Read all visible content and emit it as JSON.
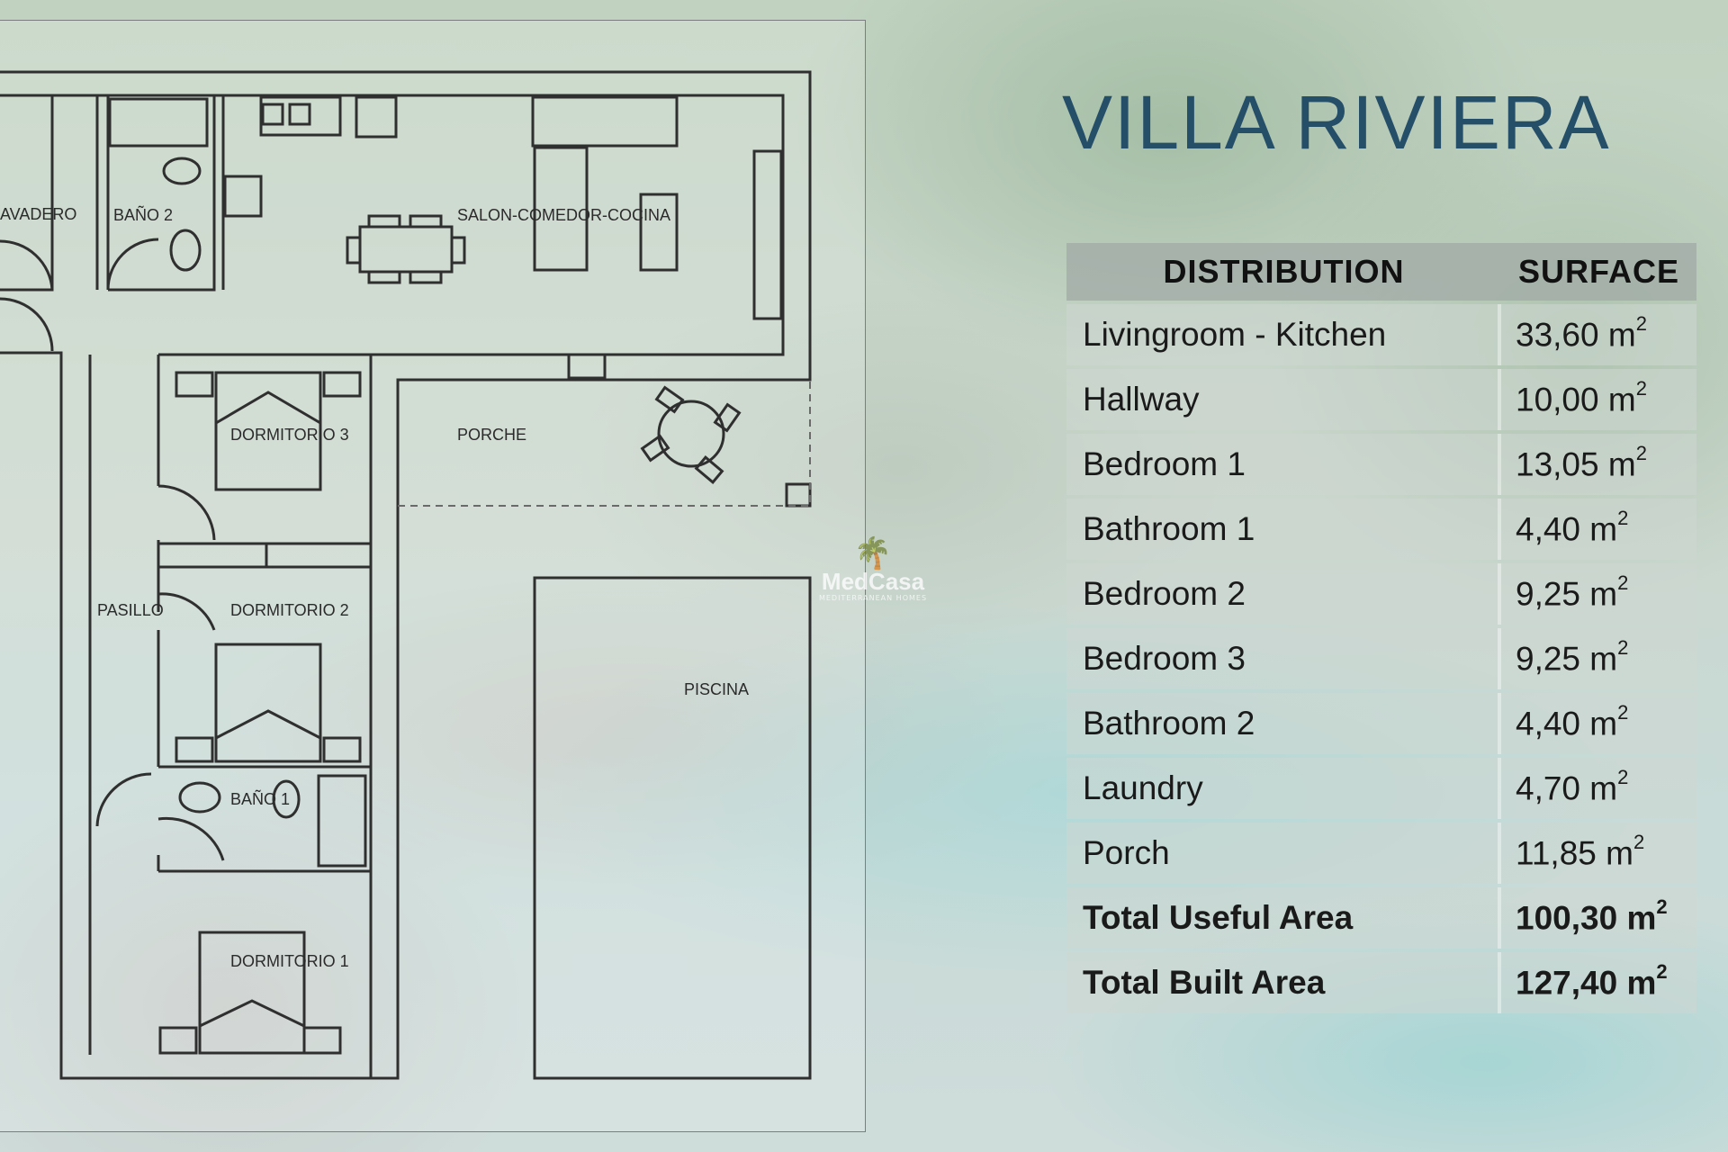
{
  "title": "VILLA RIVIERA",
  "table": {
    "headers": {
      "distribution": "DISTRIBUTION",
      "surface": "SURFACE"
    },
    "unit": "m",
    "unit_exp": "2",
    "rows": [
      {
        "name": "Livingroom - Kitchen",
        "value": "33,60"
      },
      {
        "name": "Hallway",
        "value": "10,00"
      },
      {
        "name": "Bedroom 1",
        "value": "13,05"
      },
      {
        "name": "Bathroom 1",
        "value": "4,40"
      },
      {
        "name": "Bedroom  2",
        "value": "9,25"
      },
      {
        "name": "Bedroom 3",
        "value": "9,25"
      },
      {
        "name": "Bathroom 2",
        "value": "4,40"
      },
      {
        "name": "Laundry",
        "value": "4,70"
      },
      {
        "name": "Porch",
        "value": "11,85"
      }
    ],
    "totals": [
      {
        "name": "Total Useful Area",
        "value": "100,30"
      },
      {
        "name": "Total Built Area",
        "value": "127,40"
      }
    ]
  },
  "plan": {
    "labels": {
      "lavadero": "AVADERO",
      "bano2": "BAÑO 2",
      "salon": "SALON-COMEDOR-COCINA",
      "dormitorio3": "DORMITORIO 3",
      "porche": "PORCHE",
      "pasillo": "PASILLO",
      "dormitorio2": "DORMITORIO 2",
      "piscina": "PISCINA",
      "bano1": "BAÑO 1",
      "dormitorio1": "DORMITORIO 1"
    }
  },
  "watermark": {
    "name": "MedCasa",
    "sub": "MEDITERRANEAN HOMES",
    "icon": "palm-tree-icon"
  },
  "colors": {
    "title": "#254e68",
    "wall": "#2f2f2f",
    "header_bg": "#a0aaa5"
  }
}
